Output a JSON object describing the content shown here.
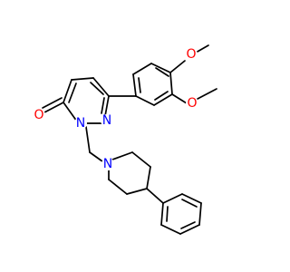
{
  "structure": {
    "colors": {
      "bond": "#000000",
      "oxygen": "#ff0000",
      "nitrogen": "#0000ff",
      "background": "#ffffff"
    },
    "labels": {
      "carbonyl_oxygen": "O",
      "ring_nitrogen_1": "N",
      "ring_nitrogen_2": "N",
      "piperidine_nitrogen": "N",
      "methoxy_oxygen_top": "O",
      "methoxy_oxygen_side": "O"
    }
  }
}
